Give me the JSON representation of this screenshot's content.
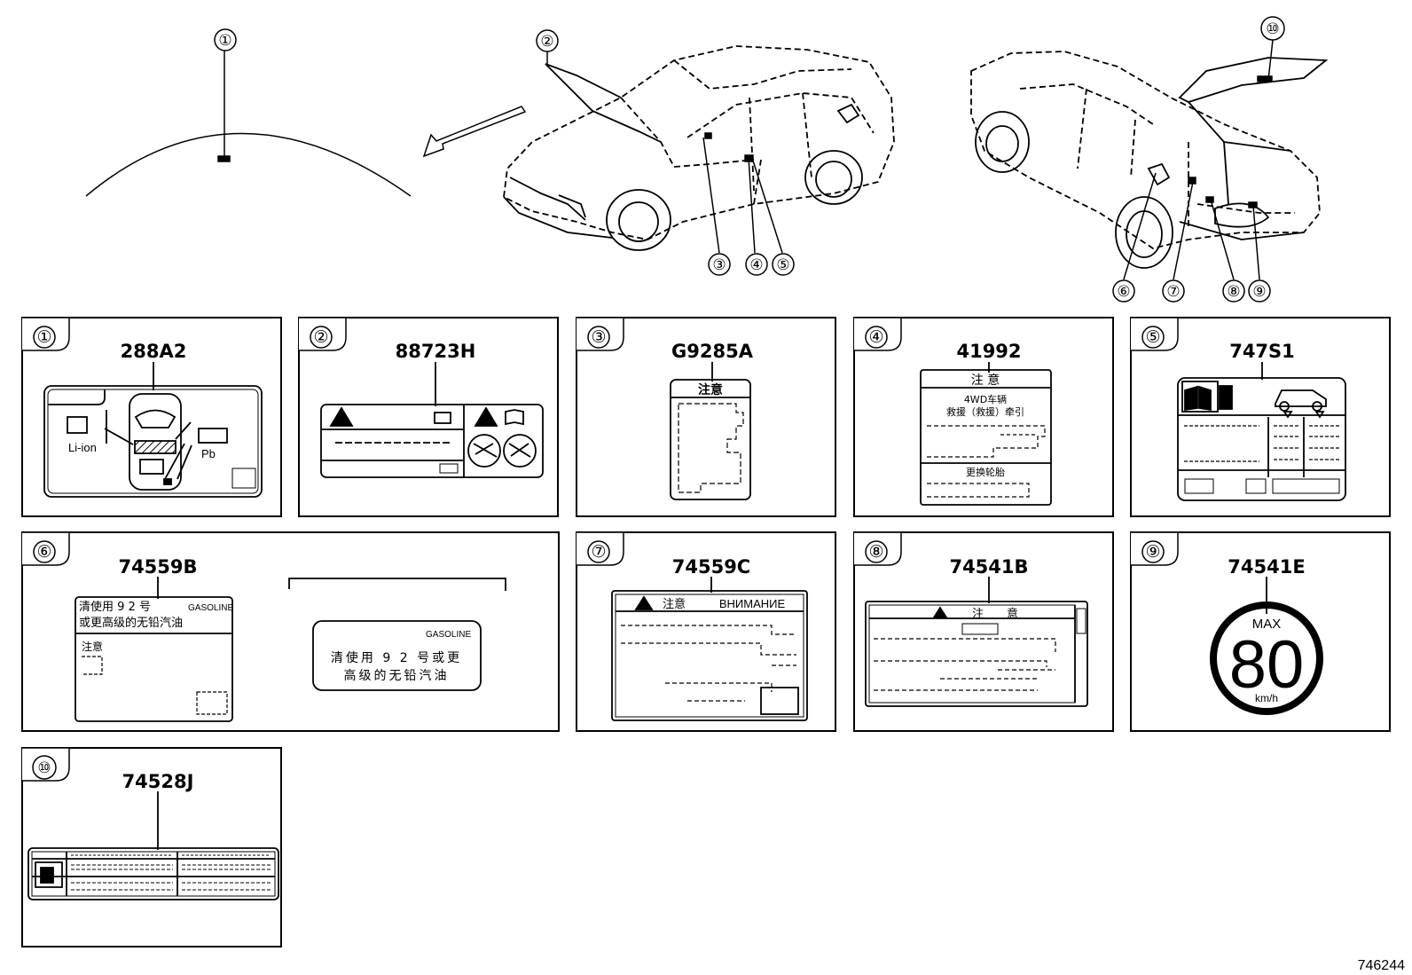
{
  "diagram_id": "746244",
  "callouts": [
    "①",
    "②",
    "③",
    "④",
    "⑤",
    "⑥",
    "⑦",
    "⑧",
    "⑨",
    "⑩"
  ],
  "parts": [
    {
      "num": "①",
      "code": "288A2",
      "texts": {
        "liion": "Li-ion",
        "pb": "Pb"
      }
    },
    {
      "num": "②",
      "code": "88723H"
    },
    {
      "num": "③",
      "code": "G9285A",
      "texts": {
        "header": "注意"
      }
    },
    {
      "num": "④",
      "code": "41992",
      "texts": {
        "header": "注 意",
        "line1": "4WD车辆",
        "line2": "救援（救援）牵引",
        "line3": "更换轮胎"
      }
    },
    {
      "num": "⑤",
      "code": "747S1"
    },
    {
      "num": "⑥",
      "code": "74559B",
      "texts": {
        "row1": "清使用 9 2 号",
        "gas1": "GASOLINE",
        "row2": "或更高级的无铅汽油",
        "note": "注意",
        "gas2": "GASOLINE",
        "big1": "清使用 9 2 号或更",
        "big2": "高级的无铅汽油"
      }
    },
    {
      "num": "⑦",
      "code": "74559C",
      "texts": {
        "header_cn": "注意",
        "header_ru": "ВНИМАНИЕ"
      }
    },
    {
      "num": "⑧",
      "code": "74541B",
      "texts": {
        "header": "注　　意"
      }
    },
    {
      "num": "⑨",
      "code": "74541E",
      "texts": {
        "max": "MAX",
        "speed": "80",
        "unit": "km/h"
      }
    },
    {
      "num": "⑩",
      "code": "74528J"
    }
  ]
}
